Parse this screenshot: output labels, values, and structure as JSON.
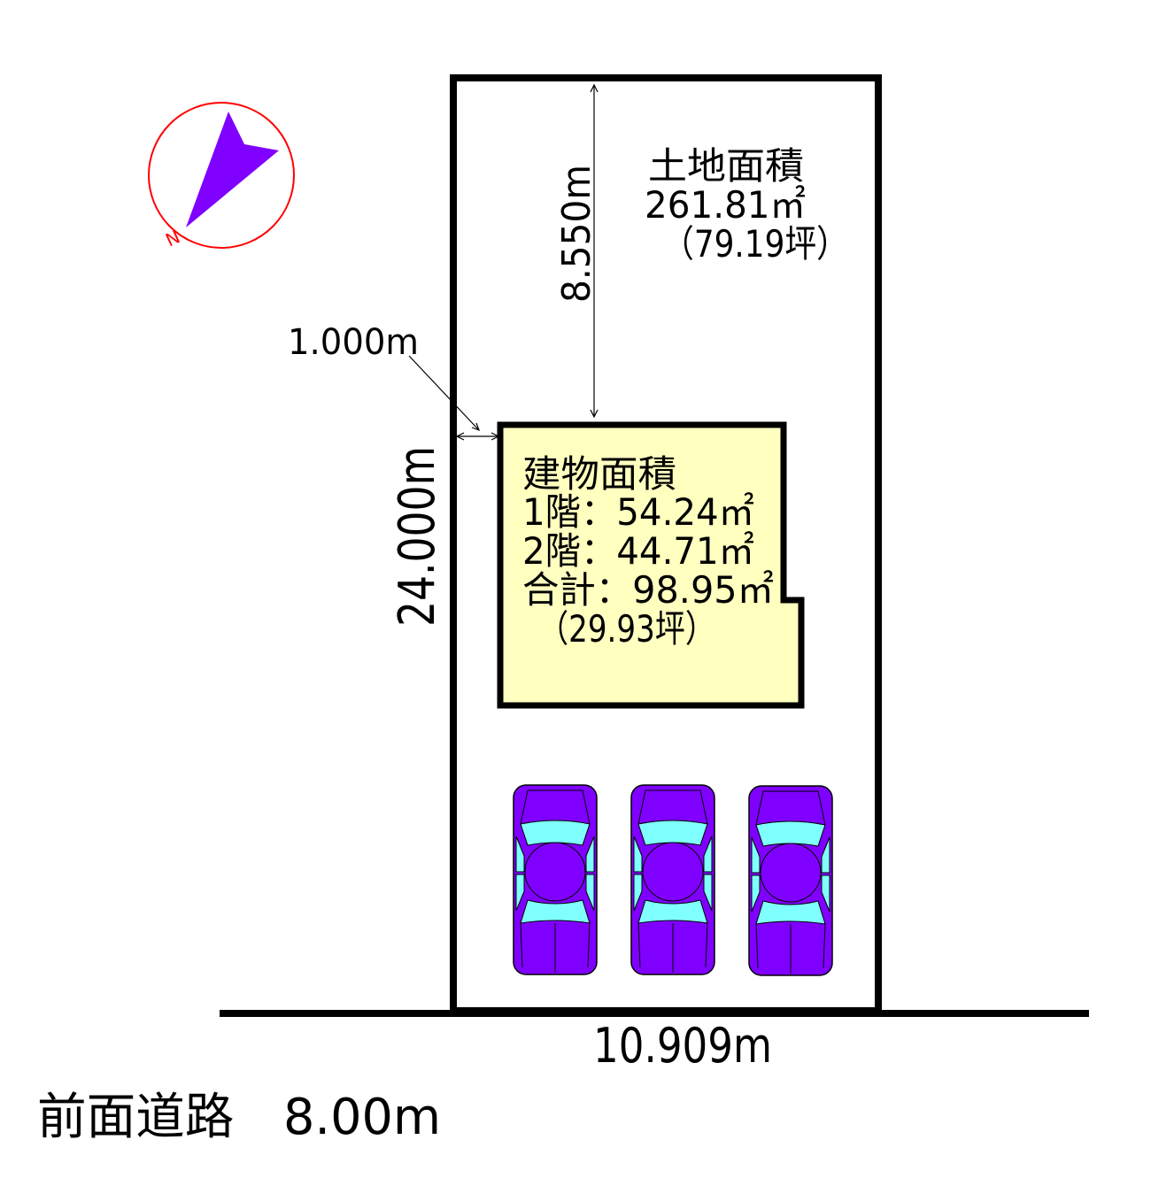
{
  "compass": {
    "label": "N",
    "ring_color": "#ff0000",
    "needle_color": "#8000ff"
  },
  "land": {
    "title": "土地面積",
    "area_sqm": "261.81㎡",
    "area_tsubo": "（79.19坪）"
  },
  "building": {
    "title": "建物面積",
    "floor1": "1階：54.24㎡",
    "floor2": "2階：44.71㎡",
    "total": "合計：98.95㎡",
    "total_tsubo": "（29.93坪）",
    "fill_color": "#ffffc0"
  },
  "dimensions": {
    "setback_rear": "8.550m",
    "setback_side": "1.000m",
    "depth": "24.000m",
    "frontage": "10.909m"
  },
  "road": {
    "label": "前面道路　8.00m"
  },
  "parking": {
    "car_count": 3,
    "car_body_color": "#8000ff",
    "car_glass_color": "#80ffff"
  }
}
